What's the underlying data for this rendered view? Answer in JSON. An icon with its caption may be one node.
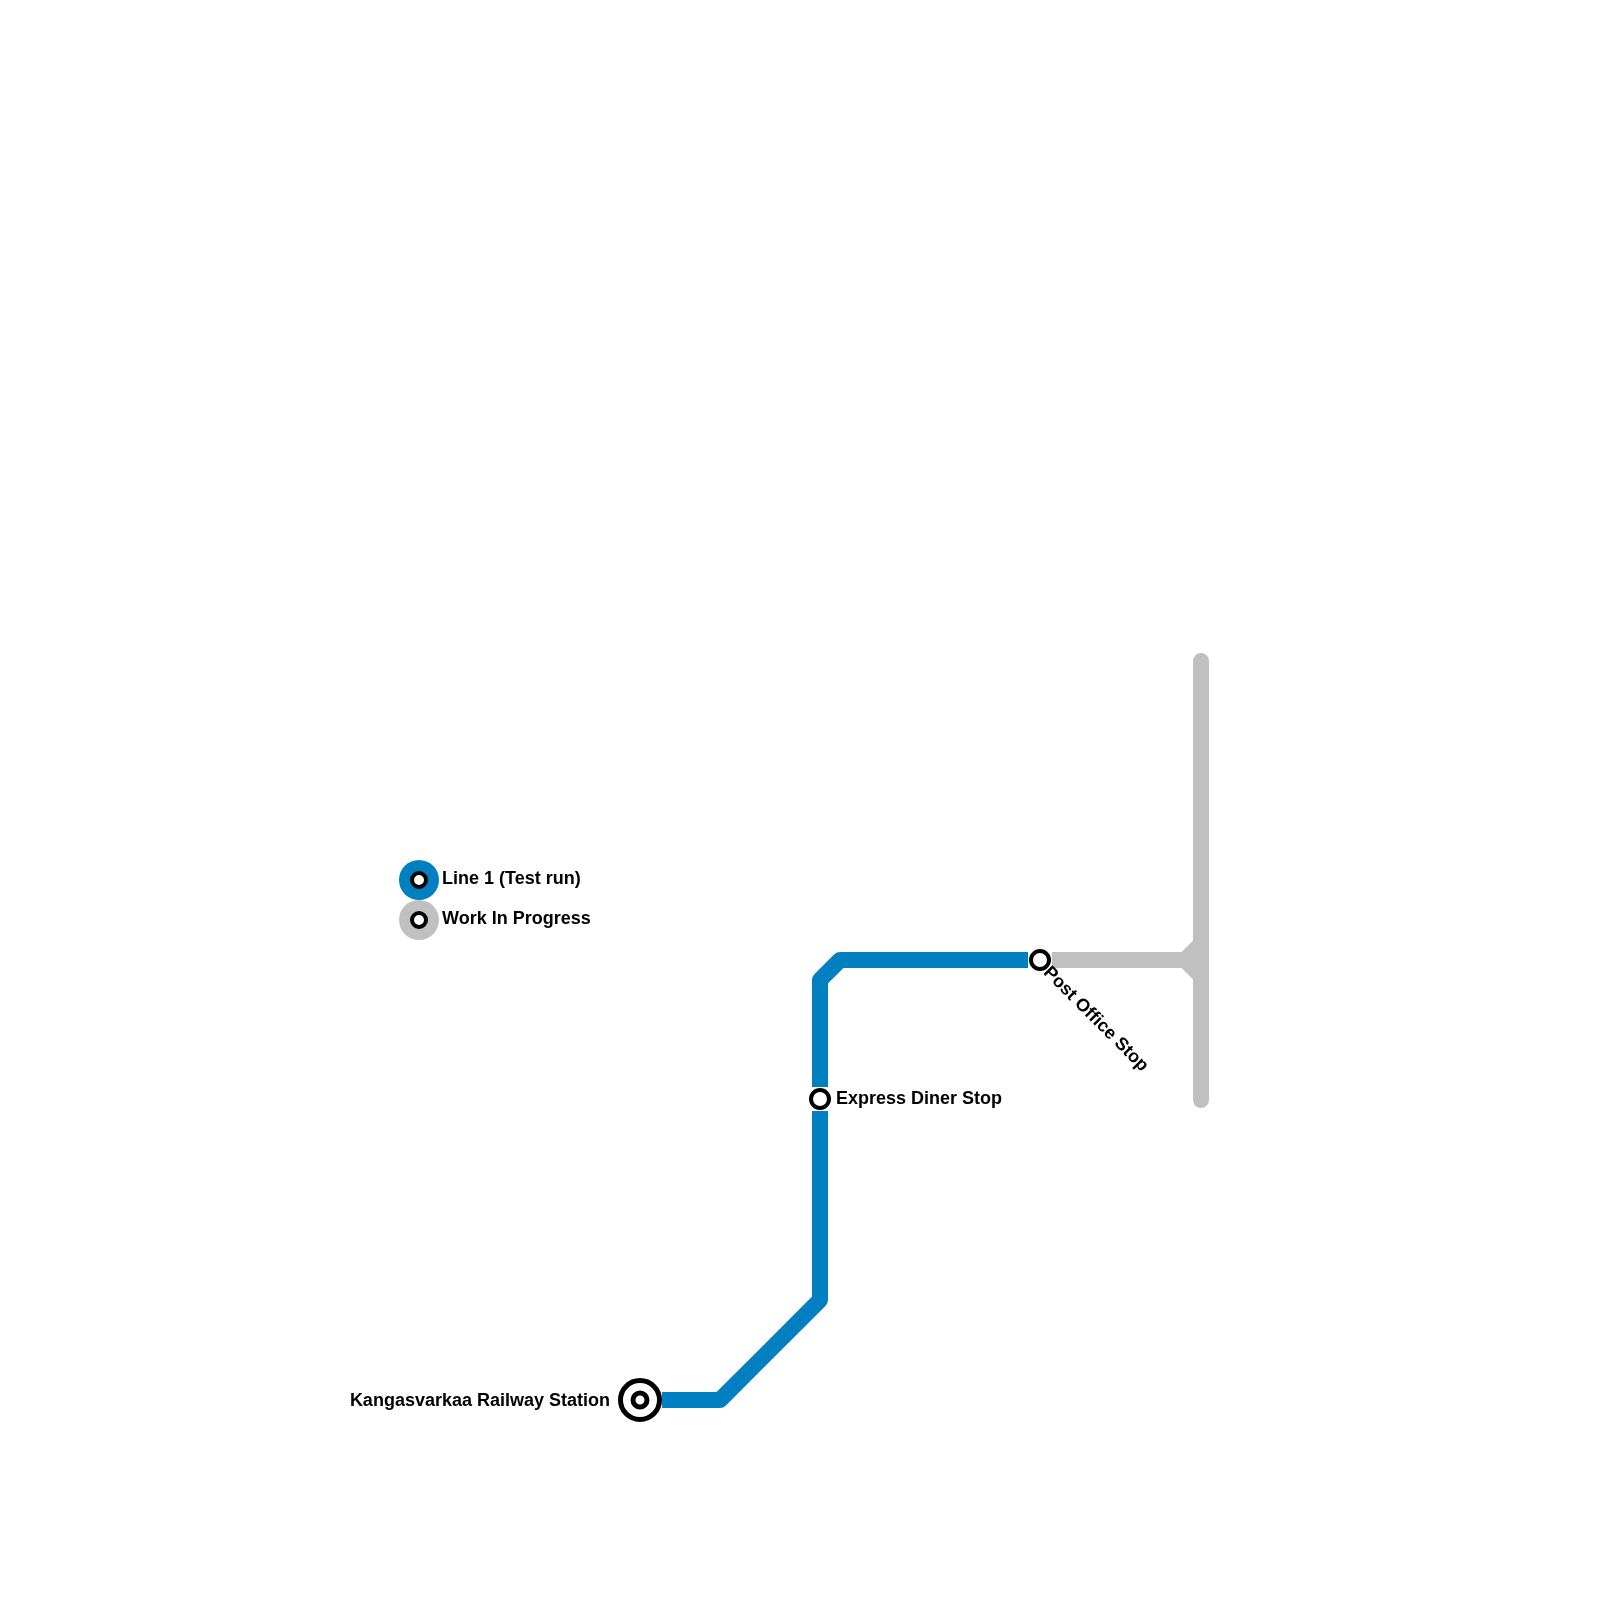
{
  "diagram": {
    "nodes": [
      {
        "text": [],
        "shape": "circle",
        "beside": [
          "Kangasvarkaa Railway Station"
        ]
      },
      {
        "text": [],
        "shape": "circle",
        "beside": [
          "Express Diner Stop"
        ]
      },
      {
        "text": [],
        "shape": "circle",
        "beside": [
          "Post Office Stop"
        ]
      }
    ],
    "edges": [
      {
        "from": 0,
        "to": 1,
        "arrow": "none"
      },
      {
        "from": 1,
        "to": 2,
        "arrow": "none"
      },
      {
        "from": 2,
        "to": null,
        "arrow": "none",
        "color": "#c0c0c0"
      }
    ],
    "legend": [
      {
        "text": "Line 1 (Test run)",
        "color": "#0080c0"
      },
      {
        "text": "Work In Progress",
        "color": "#c0c0c0"
      }
    ]
  }
}
